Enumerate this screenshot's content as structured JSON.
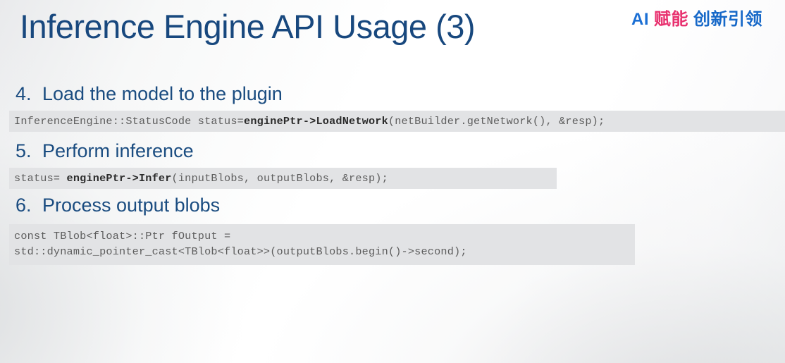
{
  "slide": {
    "title": "Inference Engine API Usage (3)",
    "brand": {
      "ai": "AI",
      "pink_text": "赋能",
      "blue_text": "创新引领"
    },
    "colors": {
      "title": "#18487e",
      "heading": "#1a4c80",
      "code_text": "#5d5d5d",
      "code_bold": "#2b2b2b",
      "code_background": "#e2e3e5",
      "brand_blue": "#1b6fd4",
      "brand_pink": "#e8316f"
    }
  },
  "steps": [
    {
      "number": "4.",
      "heading": "Load the model to the plugin",
      "code_pre": "InferenceEngine::StatusCode status=",
      "code_bold": "enginePtr->LoadNetwork",
      "code_post": "(netBuilder.getNetwork(), &resp);",
      "code_full": "InferenceEngine::StatusCode status=enginePtr->LoadNetwork(netBuilder.getNetwork(), &resp);"
    },
    {
      "number": "5.",
      "heading": "Perform inference",
      "code_pre": "status= ",
      "code_bold": "enginePtr->Infer",
      "code_post": "(inputBlobs, outputBlobs, &resp);",
      "code_full": "status= enginePtr->Infer(inputBlobs, outputBlobs, &resp);"
    },
    {
      "number": "6.",
      "heading": "Process output blobs",
      "code_line_1": "const TBlob<float>::Ptr fOutput =",
      "code_line_2": "std::dynamic_pointer_cast<TBlob<float>>(outputBlobs.begin()->second);"
    }
  ]
}
